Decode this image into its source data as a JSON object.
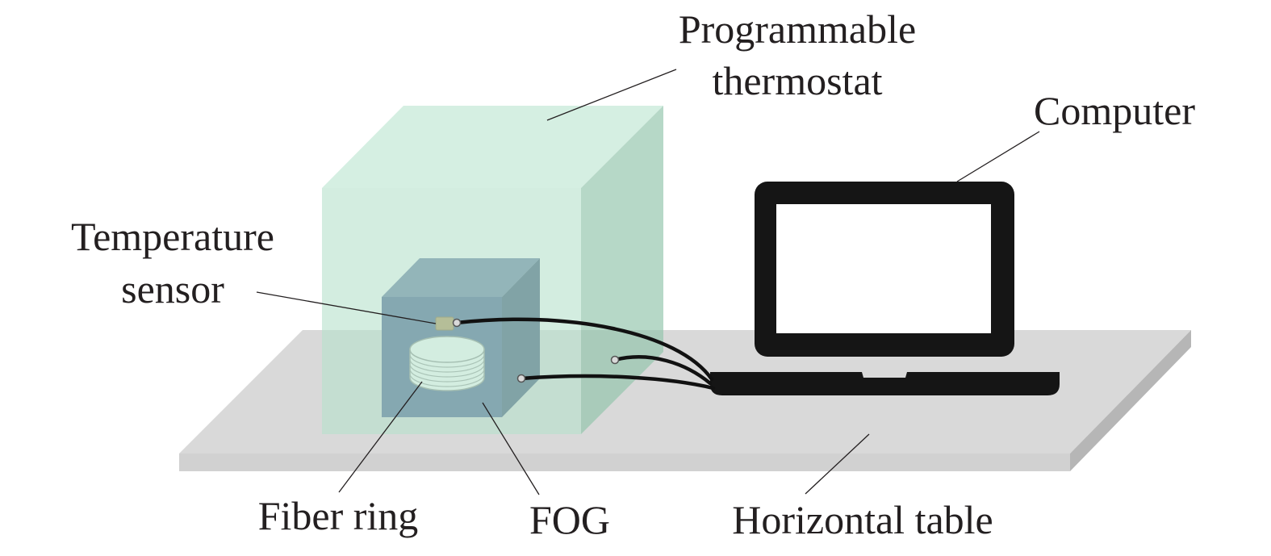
{
  "labels": {
    "thermostat_line1": "Programmable",
    "thermostat_line2": "thermostat",
    "computer": "Computer",
    "temp_sensor_line1": "Temperature",
    "temp_sensor_line2": "sensor",
    "fiber_ring": "Fiber ring",
    "fog": "FOG",
    "horizontal_table": "Horizontal table"
  },
  "colors": {
    "table_top": "#d9d9d9",
    "table_edge": "#c4c4c4",
    "thermostat": "#bfe6d2",
    "fog_front": "#3e5389",
    "fog_top": "#5f739f",
    "fog_side": "#33466f",
    "laptop": "#151515",
    "sensor": "#b58a4c"
  }
}
